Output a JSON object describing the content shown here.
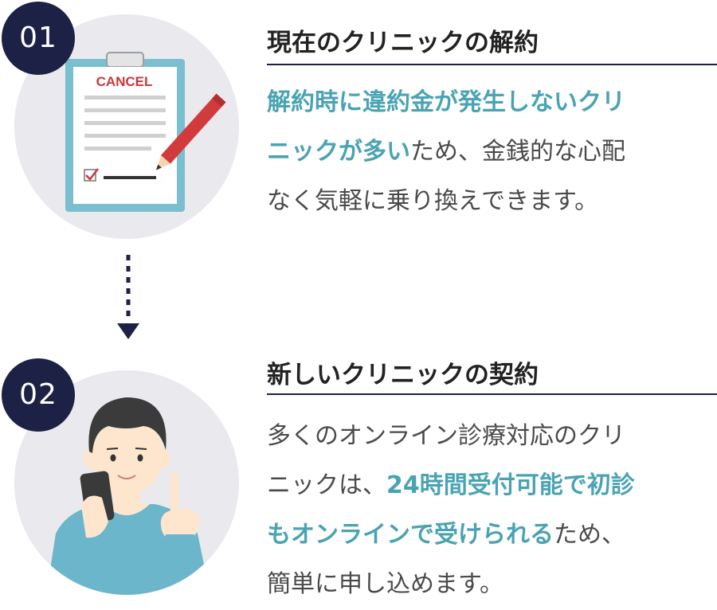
{
  "steps": [
    {
      "number": "01",
      "title": "現在のクリニックの解約",
      "illustration": {
        "icon": "cancel-clipboard-icon",
        "clipboard_label": "CANCEL",
        "colors": {
          "board": "#79bfd0",
          "paper": "#ffffff",
          "pencil": "#d23b3b",
          "label": "#c8373b"
        }
      },
      "description": {
        "line1_highlight": "解約時に違約金が発生しないクリ",
        "line2_highlight": "ニックが多い",
        "line2_rest": "ため、金銭的な心配",
        "line3": "なく気軽に乗り換えできます。"
      }
    },
    {
      "number": "02",
      "title": "新しいクリニックの契約",
      "illustration": {
        "icon": "man-with-smartphone-icon",
        "colors": {
          "shirt": "#6bb6cb",
          "hair": "#3b3b3b",
          "skin": "#fde6cd",
          "phone": "#3a3a3a"
        }
      },
      "description": {
        "line1": "多くのオンライン診療対応のクリ",
        "line2_prefix": "ニックは、",
        "line2_highlight": "24時間受付可能で初診",
        "line3_highlight": "もオンラインで受けられる",
        "line3_rest": "ため、",
        "line4": "簡単に申し込めます。"
      }
    }
  ],
  "colors": {
    "badge": "#1c2145",
    "rule": "#1c2145",
    "highlight": "#4aa3b3",
    "circle": "#e9e9ee",
    "arrow": "#1c2145"
  },
  "connector_icon": "dotted-arrow-down-icon"
}
